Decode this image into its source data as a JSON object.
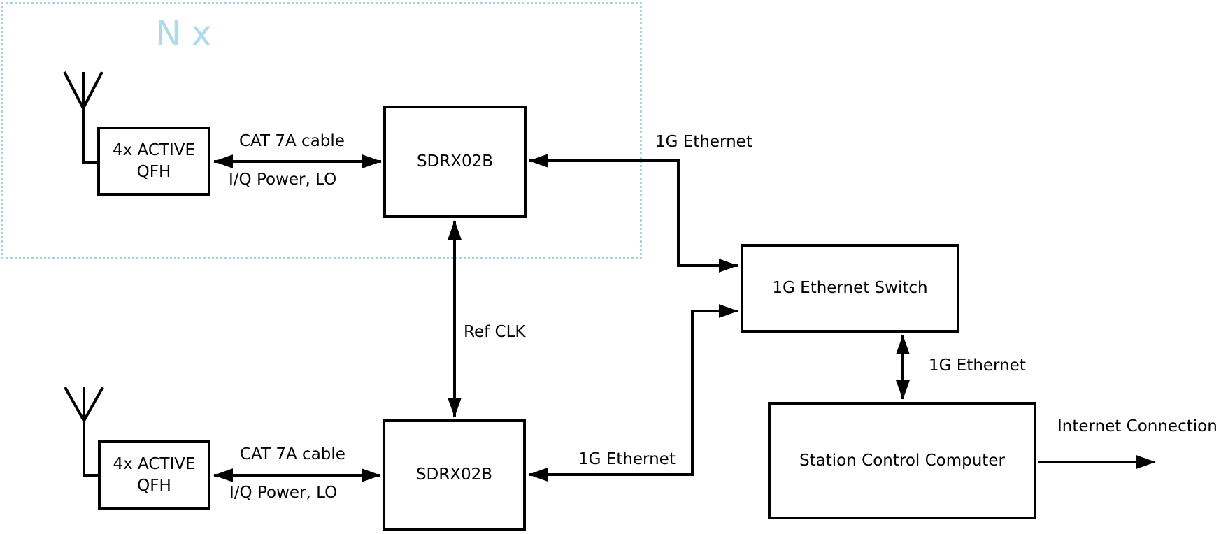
{
  "group": {
    "label": "N x"
  },
  "nodes": {
    "qfh_top": {
      "line1": "4x ACTIVE",
      "line2": "QFH"
    },
    "sdrx_top": {
      "label": "SDRX02B"
    },
    "qfh_bottom": {
      "line1": "4x ACTIVE",
      "line2": "QFH"
    },
    "sdrx_bottom": {
      "label": "SDRX02B"
    },
    "ethernet_switch": {
      "label": "1G Ethernet Switch"
    },
    "station_computer": {
      "label": "Station Control Computer"
    }
  },
  "edge_labels": {
    "cat7a_top": "CAT 7A cable",
    "iq_power_top": "I/Q Power, LO",
    "ethernet_top": "1G Ethernet",
    "ref_clk": "Ref CLK",
    "cat7a_bottom": "CAT 7A cable",
    "iq_power_bottom": "I/Q Power, LO",
    "ethernet_bottom": "1G Ethernet",
    "ethernet_switch_pc": "1G Ethernet",
    "internet": "Internet Connection"
  },
  "connections": [
    {
      "from": "Antenna (top)",
      "to": "4x ACTIVE QFH (top)",
      "label": "",
      "direction": "none"
    },
    {
      "from": "4x ACTIVE QFH (top)",
      "to": "SDRX02B (top)",
      "label": "CAT 7A cable / I/Q Power, LO",
      "direction": "both"
    },
    {
      "from": "1G Ethernet Switch",
      "to": "SDRX02B (top)",
      "label": "1G Ethernet",
      "direction": "both-ends-arrow"
    },
    {
      "from": "SDRX02B (top)",
      "to": "SDRX02B (bottom)",
      "label": "Ref CLK",
      "direction": "both"
    },
    {
      "from": "Antenna (bottom)",
      "to": "4x ACTIVE QFH (bottom)",
      "label": "",
      "direction": "none"
    },
    {
      "from": "4x ACTIVE QFH (bottom)",
      "to": "SDRX02B (bottom)",
      "label": "CAT 7A cable / I/Q Power, LO",
      "direction": "both"
    },
    {
      "from": "1G Ethernet Switch",
      "to": "SDRX02B (bottom)",
      "label": "1G Ethernet",
      "direction": "both-ends-arrow"
    },
    {
      "from": "1G Ethernet Switch",
      "to": "Station Control Computer",
      "label": "1G Ethernet",
      "direction": "both"
    },
    {
      "from": "Station Control Computer",
      "to": "Internet",
      "label": "Internet Connection",
      "direction": "out"
    }
  ],
  "colors": {
    "accent_blue": "#abd7e9",
    "line_black": "#000000",
    "background": "#ffffff"
  }
}
